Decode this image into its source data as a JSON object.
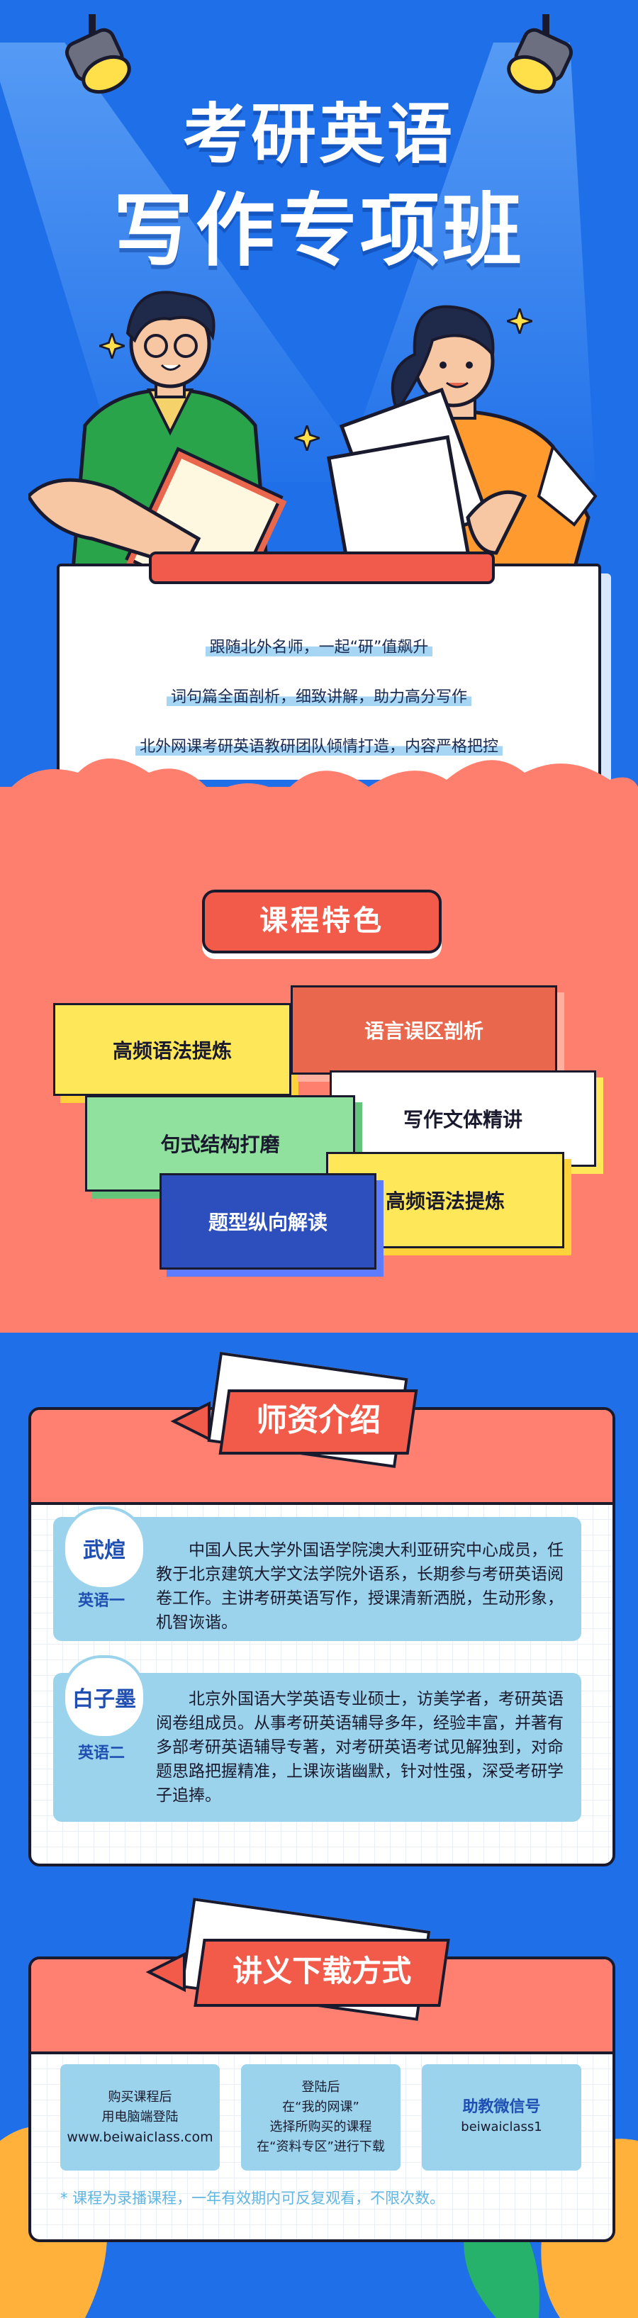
{
  "hero": {
    "title_line1": "考研英语",
    "title_line2": "写作专项班",
    "lines": [
      "跟随北外名师，一起“研”值飙升",
      "词句篇全面剖析，细致讲解，助力高分写作",
      "北外网课考研英语教研团队倾情打造，内容严格把控"
    ]
  },
  "features": {
    "badge": "课程特色",
    "cards": [
      "高频语法提炼",
      "语言误区剖析",
      "写作文体精讲",
      "句式结构打磨",
      "高频语法提炼",
      "题型纵向解读"
    ]
  },
  "teachers": {
    "section_title": "师资介绍",
    "list": [
      {
        "name": "武煊",
        "subject": "英语一",
        "bio": "中国人民大学外国语学院澳大利亚研究中心成员，任教于北京建筑大学文法学院外语系，长期参与考研英语阅卷工作。主讲考研英语写作，授课清新洒脱，生动形象，机智诙谐。"
      },
      {
        "name": "白子墨",
        "subject": "英语二",
        "bio": "北京外国语大学英语专业硕士，访美学者，考研英语阅卷组成员。从事考研英语辅导多年，经验丰富，并著有多部考研英语辅导专著，对考研英语考试见解独到，对命题思路把握精准，上课诙谐幽默，针对性强，深受考研学子追捧。"
      }
    ]
  },
  "download": {
    "section_title": "讲义下载方式",
    "box1": {
      "line1": "购买课程后",
      "line2": "用电脑端登陆",
      "url": "www.beiwaiclass.com"
    },
    "box2": {
      "line1": "登陆后",
      "line2": "在“我的网课”",
      "line3": "选择所购买的课程",
      "line4": "在“资料专区”进行下载"
    },
    "box3": {
      "title": "助教微信号",
      "wechat": "beiwaiclass1"
    },
    "note": "* 课程为录播课程，一年有效期内可反复观看，不限次数。"
  },
  "colors": {
    "blue": "#1f6fe8",
    "coral": "#ff7f6e",
    "red": "#f25a49",
    "yellow": "#ffe75a",
    "green": "#8fe19d",
    "navy": "#2c4fbd",
    "light_blue": "#9bd3ec"
  },
  "icons": [
    "spotlight-icon",
    "sparkle-icon",
    "leaf-decoration"
  ]
}
